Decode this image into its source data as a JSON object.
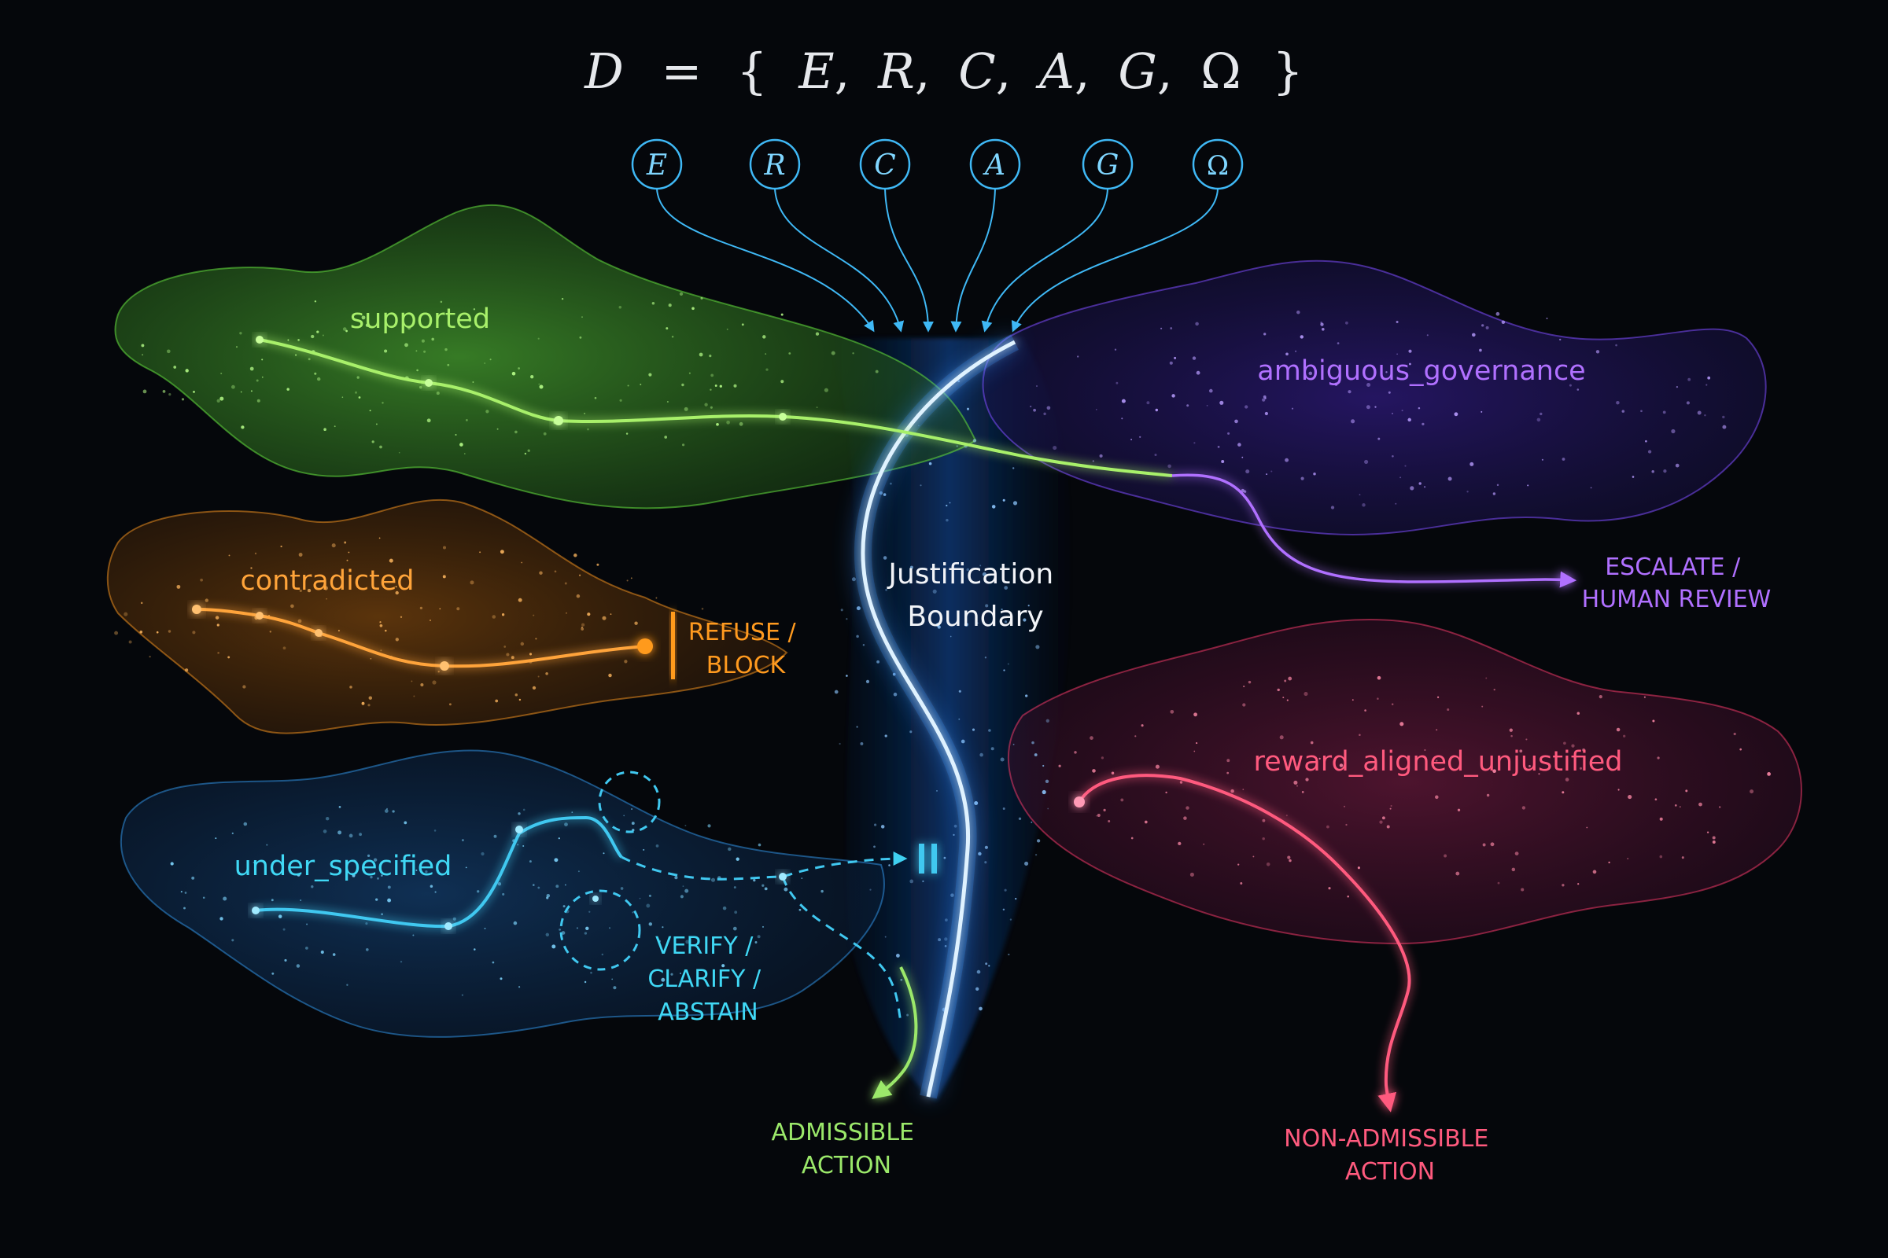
{
  "formula": {
    "lhs": "D",
    "eq": "=",
    "open": "{",
    "items": [
      "E",
      "R",
      "C",
      "A",
      "G",
      "Ω"
    ],
    "close": "}"
  },
  "components": [
    "E",
    "R",
    "C",
    "A",
    "G",
    "Ω"
  ],
  "regions": {
    "supported": {
      "label": "supported",
      "color": "#8be04a"
    },
    "contradicted": {
      "label": "contradicted",
      "color": "#ff9a1f"
    },
    "under_specified": {
      "label": "under_specified",
      "color": "#3fd0f0"
    },
    "ambiguous_governance": {
      "label": "ambiguous_governance",
      "color": "#a95cff"
    },
    "reward_aligned_unjustified": {
      "label": "reward_aligned_unjustified",
      "color": "#ff4e78"
    }
  },
  "boundary": {
    "line1": "Justification",
    "line2": "Boundary",
    "color": "#7fc8ff"
  },
  "outcomes": {
    "refuse": {
      "line1": "REFUSE /",
      "line2": "BLOCK",
      "color": "#ff9a1f"
    },
    "escalate": {
      "line1": "ESCALATE /",
      "line2": "HUMAN REVIEW",
      "color": "#b070ff"
    },
    "verify": {
      "line1": "VERIFY /",
      "line2": "CLARIFY /",
      "line3": "ABSTAIN",
      "color": "#3fd0f0"
    },
    "admissible": {
      "line1": "ADMISSIBLE",
      "line2": "ACTION",
      "color": "#9be86a"
    },
    "non_admissible": {
      "line1": "NON-ADMISSIBLE",
      "line2": "ACTION",
      "color": "#ff5a7e"
    }
  }
}
